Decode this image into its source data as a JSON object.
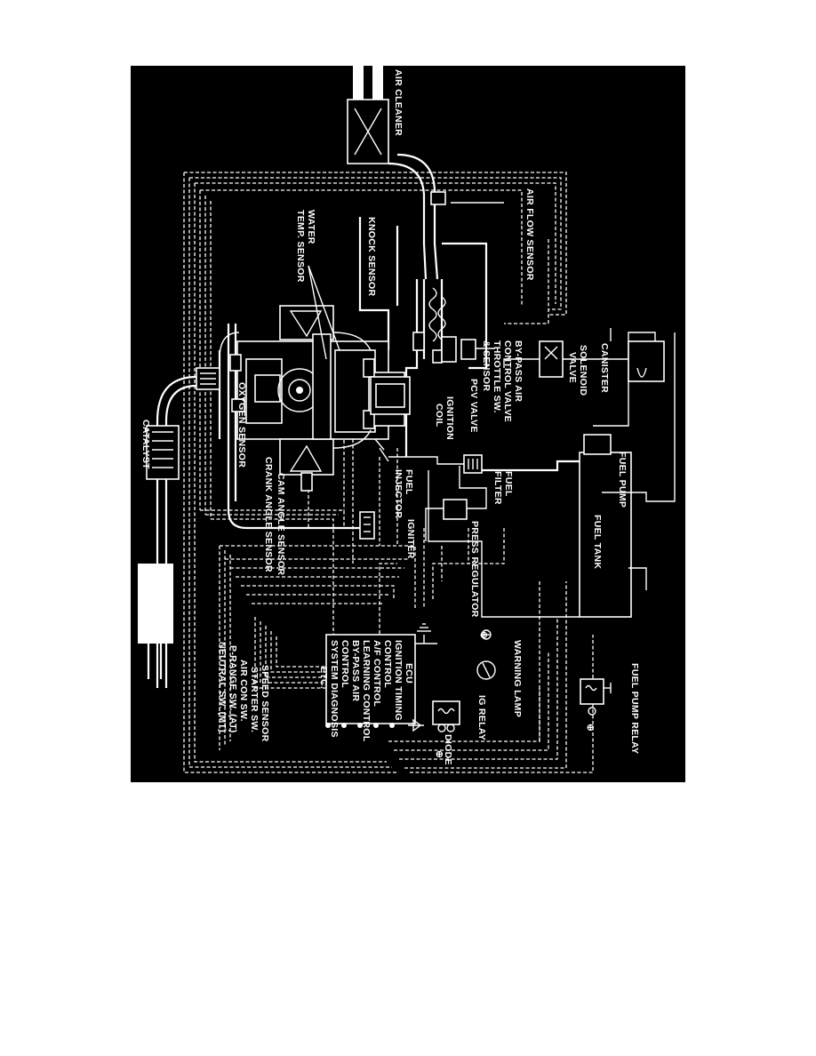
{
  "diagram": {
    "orientation": "rotated-90-clockwise",
    "background": "#000000",
    "foreground": "#ffffff",
    "labels": {
      "air_cleaner": "AIR CLEANER",
      "air_flow_sensor": "AIR FLOW SENSOR",
      "canister": "CANISTER",
      "solenoid_valve_1": "SOLENOID",
      "solenoid_valve_2": "VALVE",
      "bypass_1": "BY-PASS AIR",
      "bypass_2": "CONTROL VALVE",
      "bypass_3": "THROTTLE SW.",
      "bypass_4": "& SENSOR",
      "pcv_valve": "PCV VALVE",
      "ignition_coil_1": "IGNITION",
      "ignition_coil_2": "COIL",
      "knock_sensor": "KNOCK SENSOR",
      "water_temp_1": "WATER",
      "water_temp_2": "TEMP. SENSOR",
      "fuel_pump": "FUEL PUMP",
      "fuel_tank": "FUEL TANK",
      "fuel_filter_1": "FUEL",
      "fuel_filter_2": "FILTER",
      "press_regulator": "PRESS REGULATOR",
      "fuel_injector_1": "FUEL",
      "fuel_injector_2": "INJECTOR",
      "igniter": "IGNITER",
      "oxygen_sensor": "OXYGEN SENSOR",
      "cam_angle_sensor": "CAM ANGLE SENSOR",
      "crank_angle_sensor": "CRANK ANGLE SENSOR",
      "catalyst": "CATALYST",
      "fuel_pump_relay": "FUEL PUMP RELAY",
      "warning_lamp": "WARNING LAMP",
      "ig_relay": "IG RELAY",
      "diode": "DIODE",
      "ecu_title": "ECU",
      "ecu_fn_1": "IGNITION TIMING",
      "ecu_fn_2": "CONTROL",
      "ecu_fn_3": "A/F CONTROL",
      "ecu_fn_4": "LEARNING CONTROL",
      "ecu_fn_5": "BY-PASS AIR",
      "ecu_fn_6": "CONTROL",
      "ecu_fn_7": "SYSTEM DIAGNOSIS",
      "ecu_fn_8": "ETC.",
      "input_1": "SPEED SENSOR",
      "input_2": "STARTER SW.",
      "input_3": "AIR CON SW.",
      "input_4": "P-RANGE SW. (AT)",
      "input_5": "NEUTRAL SW. (MT)",
      "plus_sign": "⊕"
    }
  }
}
